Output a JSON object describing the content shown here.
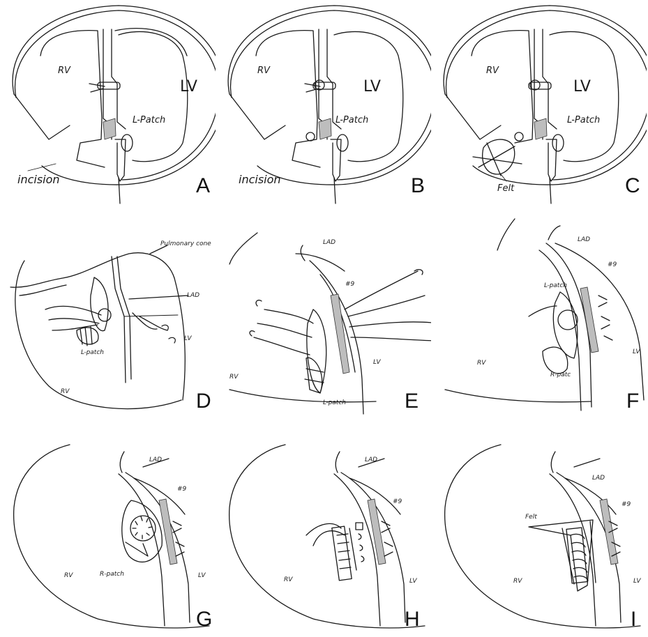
{
  "figure": {
    "panels": [
      {
        "id": "A",
        "letter": "A",
        "labels": {
          "rv": "RV",
          "lv": "LV",
          "patch": "L-Patch",
          "incision": "incision"
        }
      },
      {
        "id": "B",
        "letter": "B",
        "labels": {
          "rv": "RV",
          "lv": "LV",
          "patch": "L-Patch",
          "incision": "incision"
        }
      },
      {
        "id": "C",
        "letter": "C",
        "labels": {
          "rv": "RV",
          "lv": "LV",
          "patch": "L-Patch",
          "felt": "Felt"
        }
      },
      {
        "id": "D",
        "letter": "D",
        "labels": {
          "cone": "Pulmonary cone",
          "lad": "LAD",
          "lv": "LV",
          "patch": "L-patch",
          "rv": "RV"
        }
      },
      {
        "id": "E",
        "letter": "E",
        "labels": {
          "lad": "LAD",
          "num": "#9",
          "rv": "RV",
          "lv": "LV",
          "patch": "L-patch"
        }
      },
      {
        "id": "F",
        "letter": "F",
        "labels": {
          "lad": "LAD",
          "num": "#9",
          "lpatch": "L-patch",
          "rv": "RV",
          "lv": "LV",
          "rpatch": "R-patc"
        }
      },
      {
        "id": "G",
        "letter": "G",
        "labels": {
          "lad": "LAD",
          "num": "#9",
          "rv": "RV",
          "lv": "LV",
          "rpatch": "R-patch"
        }
      },
      {
        "id": "H",
        "letter": "H",
        "labels": {
          "lad": "LAD",
          "num": "#9",
          "rv": "RV",
          "lv": "LV"
        }
      },
      {
        "id": "I",
        "letter": "I",
        "labels": {
          "lad": "LAD",
          "num": "#9",
          "felt": "Felt",
          "rv": "RV",
          "lv": "LV"
        }
      }
    ]
  }
}
